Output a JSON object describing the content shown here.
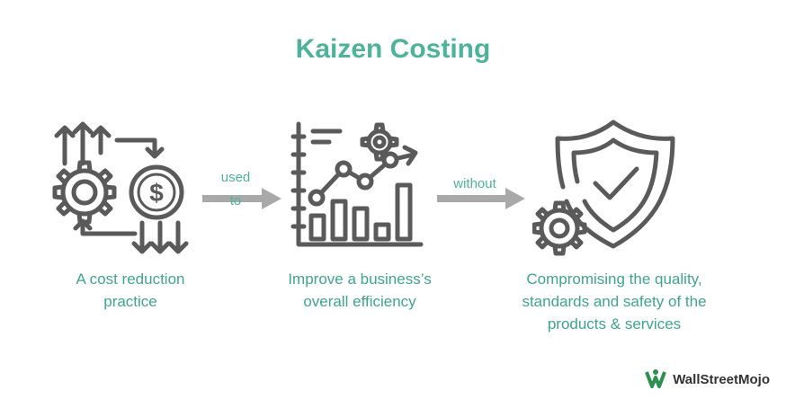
{
  "title": "Kaizen Costing",
  "colors": {
    "accent": "#4db39a",
    "icon": "#5a5a5a",
    "arrow": "#a9a9a9"
  },
  "steps": [
    {
      "icon": "cost-cycle-gears-dollar-icon",
      "lines": [
        "A cost reduction",
        "practice"
      ]
    },
    {
      "icon": "growth-chart-gear-icon",
      "lines": [
        "Improve a business’s",
        "overall efficiency"
      ]
    },
    {
      "icon": "shield-check-gear-icon",
      "lines": [
        "Compromising the quality,",
        "standards and safety of the",
        "products & services"
      ]
    }
  ],
  "connectors": [
    {
      "lines": [
        "used",
        "to"
      ]
    },
    {
      "lines": [
        "without"
      ]
    }
  ],
  "brand": {
    "name": "WallStreetMojo",
    "icon": "logo-icon"
  }
}
